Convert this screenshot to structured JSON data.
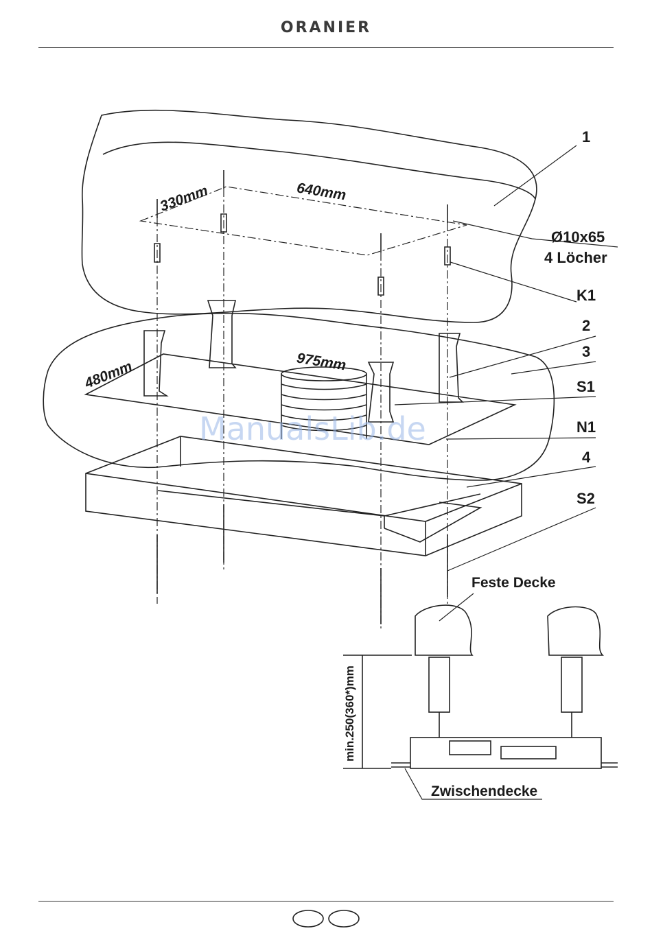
{
  "header": {
    "brand": "ORANIER"
  },
  "callouts": {
    "c1": "1",
    "hole_spec": "Ø10x65",
    "hole_count": "4 Löcher",
    "k1": "K1",
    "c2": "2",
    "c3": "3",
    "s1": "S1",
    "n1": "N1",
    "c4": "4",
    "s2": "S2"
  },
  "dimensions": {
    "d330": "330mm",
    "d640": "640mm",
    "d480": "480mm",
    "d975": "975mm",
    "min_height": "min.250(360*)mm"
  },
  "detail": {
    "feste_decke": "Feste Decke",
    "zwischendecke": "Zwischendecke"
  },
  "watermark": "ManualsLib.de"
}
